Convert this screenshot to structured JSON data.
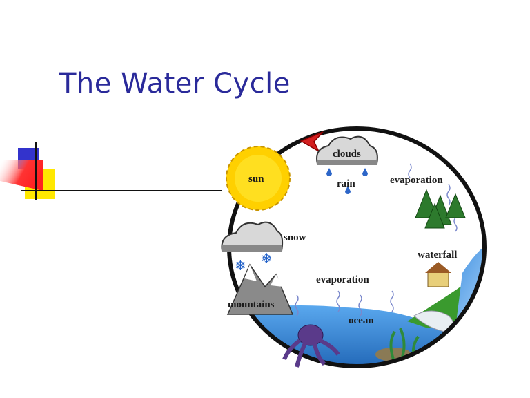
{
  "slide": {
    "title": "The Water Cycle"
  },
  "diagram": {
    "labels": {
      "clouds": "clouds",
      "sun": "sun",
      "rain": "rain",
      "evaporation_top": "evaporation",
      "snow": "snow",
      "waterfall": "waterfall",
      "evaporation_mid": "evaporation",
      "mountains": "mountains",
      "ocean": "ocean"
    }
  },
  "colors": {
    "title": "#2a2a9a",
    "deco_blue": "#3333cc",
    "deco_red": "#ff3333",
    "deco_yellow": "#ffe800",
    "ring": "#111111",
    "arrow": "#d42020",
    "sun": "#ffd000",
    "water": "#2f7fd0",
    "octopus": "#5a3a8a"
  }
}
